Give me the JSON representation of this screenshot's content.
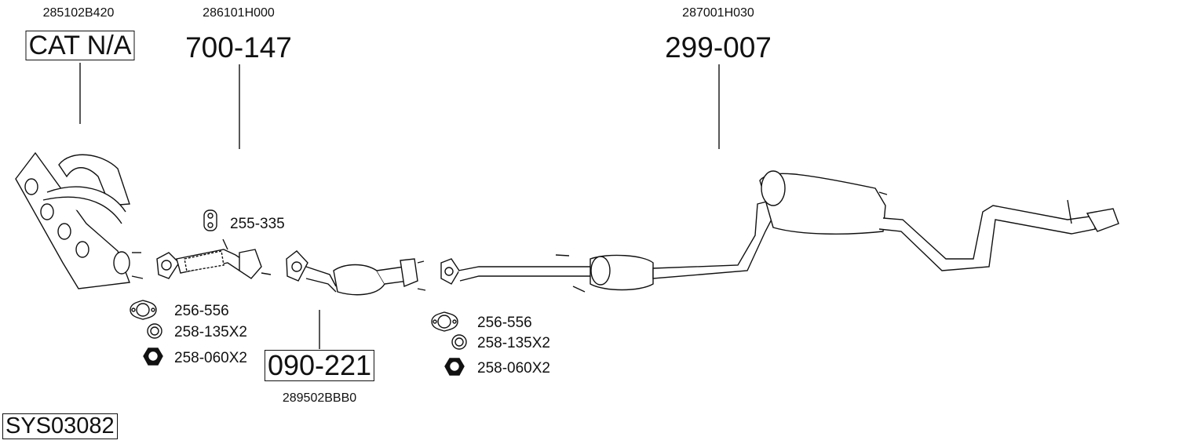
{
  "parts": [
    {
      "oem": "285102B420",
      "ref": "CAT N/A",
      "boxed": true
    },
    {
      "oem": "286101H000",
      "ref": "700-147",
      "boxed": false
    },
    {
      "oem": "287001H030",
      "ref": "299-007",
      "boxed": false
    },
    {
      "oem": "289502BBB0",
      "ref": "090-221",
      "boxed": true
    }
  ],
  "fittings": {
    "clamp": "255-335",
    "left_group": [
      "256-556",
      "258-135X2",
      "258-060X2"
    ],
    "right_group": [
      "256-556",
      "258-135X2",
      "258-060X2"
    ]
  },
  "system_id": "SYS03082",
  "icons": [
    "gasket-icon",
    "ring-icon",
    "nut-icon",
    "clamp-icon"
  ]
}
